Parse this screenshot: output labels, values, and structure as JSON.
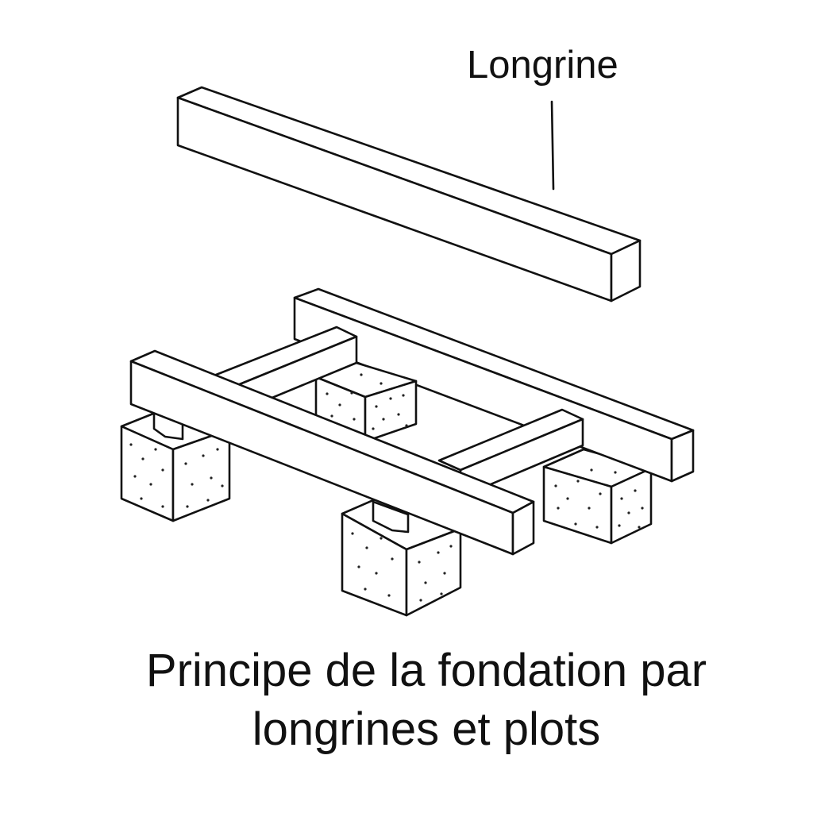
{
  "diagram": {
    "callout_label": "Longrine",
    "caption_line_1": "Principe de la fondation par",
    "caption_line_2": "longrines et plots"
  },
  "colors": {
    "ink": "#111111",
    "paper": "#ffffff"
  }
}
